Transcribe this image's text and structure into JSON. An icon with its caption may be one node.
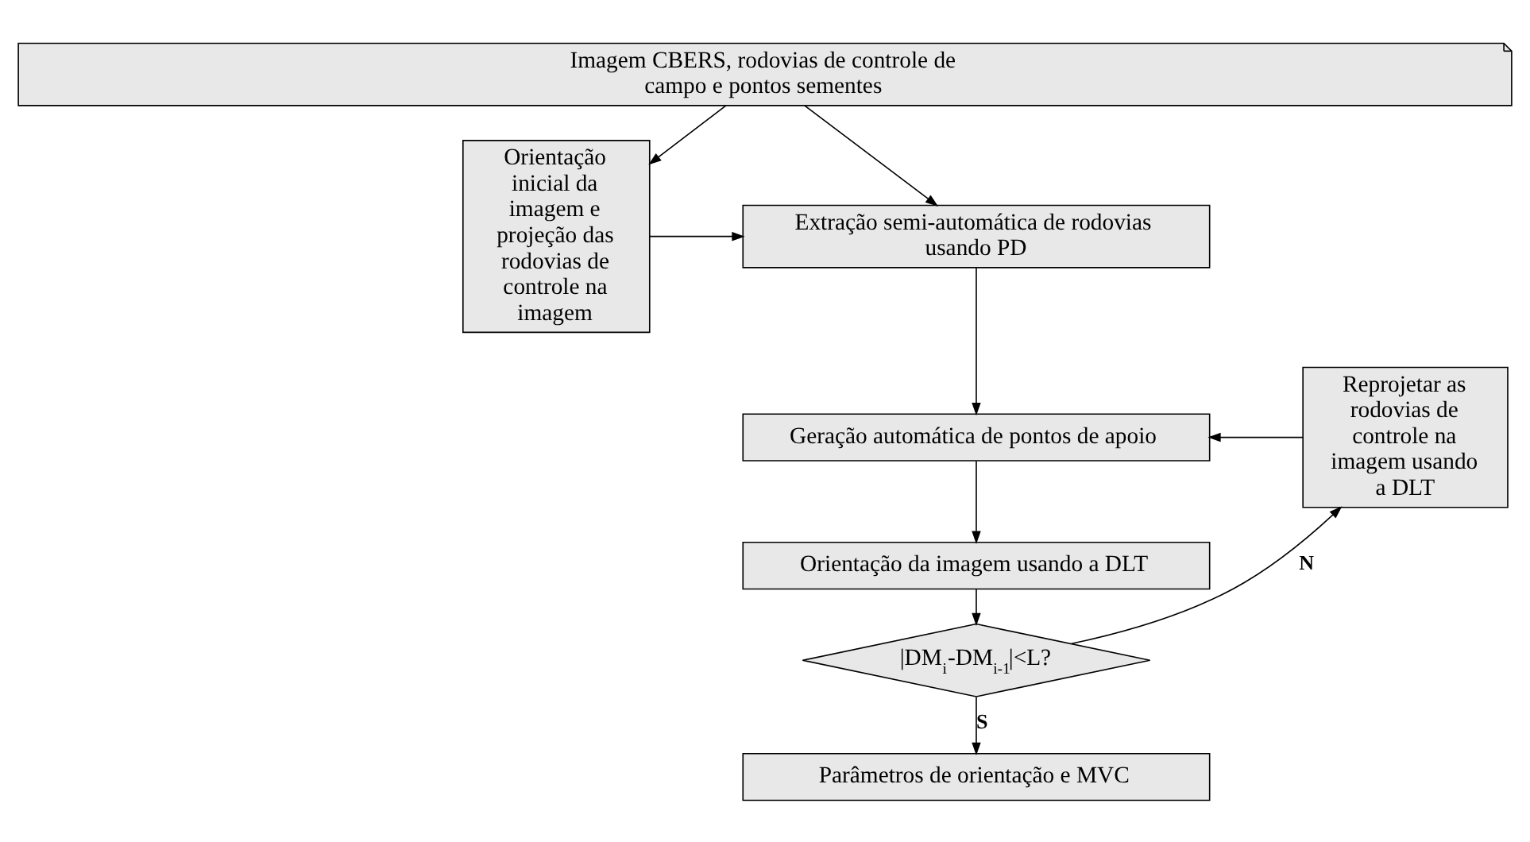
{
  "diagram": {
    "nodes": [
      {
        "text": [
          "Imagem CBERS, rodovias de controle de campo e pontos sementes"
        ]
      },
      {
        "text": [
          "Orientação inicial da imagem e projeção das rodovias de controle na imagem"
        ]
      },
      {
        "text": [
          "Extração semi-automática de rodovias usando PD"
        ]
      },
      {
        "text": [
          "Geração automática de pontos de apoio"
        ]
      },
      {
        "text": [
          "Reprojetar as rodovias de controle na imagem usando a DLT"
        ]
      },
      {
        "text": [
          "Orientação da imagem usando a DLT"
        ]
      },
      {
        "text": [
          "|DM$_{i}$-DM$_{i-1}$|<L?"
        ]
      },
      {
        "text": [
          "Parâmetros de orientação e MVC"
        ]
      }
    ],
    "edges": [
      {
        "from": 0,
        "to": 2,
        "arrow": "to"
      },
      {
        "from": 0,
        "to": 1,
        "arrow": "to"
      },
      {
        "from": 1,
        "to": 2,
        "arrow": "to"
      },
      {
        "from": 2,
        "to": 3,
        "arrow": "to"
      },
      {
        "from": 3,
        "to": 5,
        "arrow": "to"
      },
      {
        "from": 5,
        "to": 6,
        "arrow": "to"
      },
      {
        "from": 6,
        "to": 4,
        "arrow": "to",
        "label": "N"
      },
      {
        "from": 4,
        "to": 3,
        "arrow": "to"
      },
      {
        "from": 6,
        "to": 7,
        "arrow": "to",
        "label": "S"
      }
    ]
  }
}
